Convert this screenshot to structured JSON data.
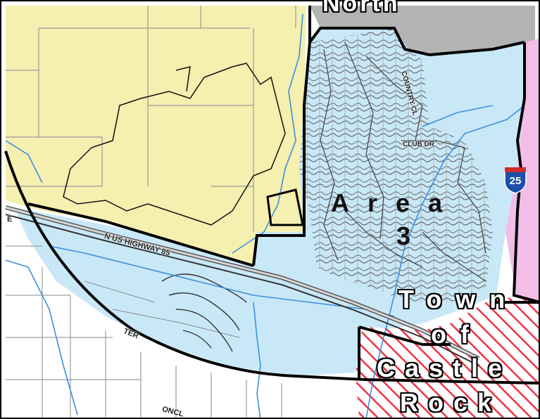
{
  "labels": {
    "north": "North",
    "area_word": "Area",
    "area_number": "3",
    "town_line1": "Town",
    "town_line2": "of",
    "town_line3": "Castle",
    "town_line4": "Rock"
  },
  "streets": {
    "highway": "N US HIGHWAY 85",
    "country_club": "COUNTRY CL",
    "club_dr": "CLUB DR",
    "ter": "TER",
    "lower_left": "ONCL",
    "left_edge": "E"
  },
  "interstate": {
    "number": "25"
  },
  "colors": {
    "yellow_zone": "#f5efb0",
    "blue_zone": "#c9e8f7",
    "pink_zone": "#f2bde6",
    "hatch_red": "#ee3344",
    "water": "#3a8fe0",
    "boundary": "#000000",
    "parcel": "#8a8a8a"
  }
}
